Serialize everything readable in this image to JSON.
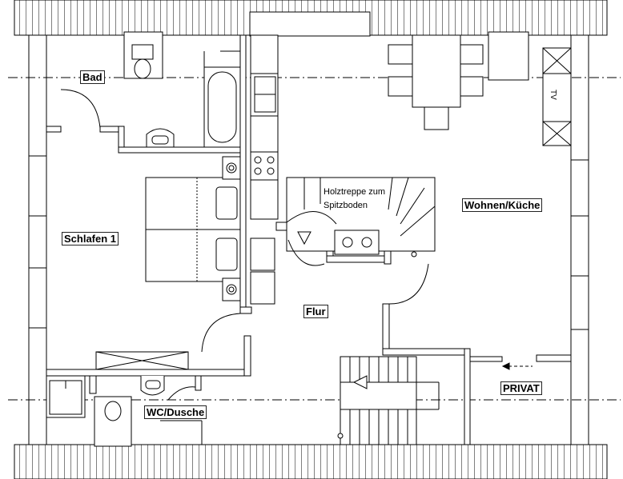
{
  "plan": {
    "rooms": {
      "bad": "Bad",
      "schlafen": "Schlafen 1",
      "wohnen": "Wohnen/Küche",
      "flur": "Flur",
      "wc": "WC/Dusche",
      "privat": "PRIVAT"
    },
    "stair_note": {
      "line1": "Holztreppe zum",
      "line2": "Spitzboden"
    },
    "tv_label": "TV"
  }
}
